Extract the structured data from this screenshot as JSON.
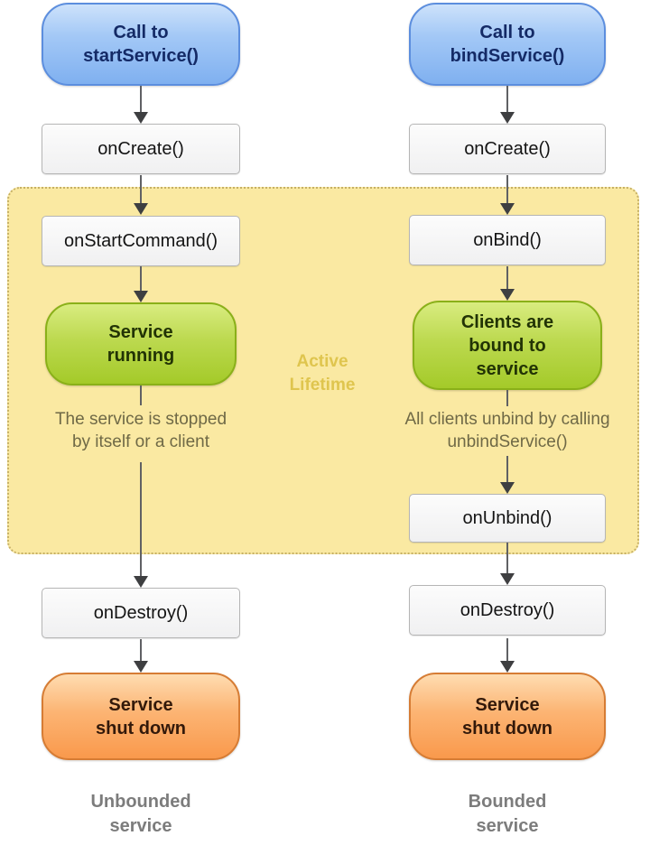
{
  "active_region": {
    "label": "Active\nLifetime"
  },
  "left_column": {
    "call_node": "Call to\nstartService()",
    "oncreate": "onCreate()",
    "onstartcommand": "onStartCommand()",
    "running_state": "Service\nrunning",
    "caption": "The service is stopped\nby itself or a client",
    "ondestroy": "onDestroy()",
    "shutdown_state": "Service\nshut down",
    "label": "Unbounded\nservice"
  },
  "right_column": {
    "call_node": "Call to\nbindService()",
    "oncreate": "onCreate()",
    "onbind": "onBind()",
    "bound_state": "Clients are\nbound to\nservice",
    "caption": "All clients unbind by calling\nunbindService()",
    "onunbind": "onUnbind()",
    "ondestroy": "onDestroy()",
    "shutdown_state": "Service\nshut down",
    "label": "Bounded\nservice"
  },
  "colors": {
    "call_box_fill": "#9cc4f5",
    "call_box_border": "#5c8ede",
    "call_text": "#142a66",
    "method_box_fill": "#f5f5f5",
    "method_box_border": "#b5b5b5",
    "green_state_fill": "#a4ca29",
    "green_state_border": "#8ab019",
    "orange_state_fill": "#f9994c",
    "orange_state_border": "#d67c34",
    "active_region_fill": "#fae9a2",
    "active_region_border": "#c6b065",
    "active_label_text": "#dfc54e",
    "caption_text": "#6f6946",
    "column_label_text": "#7c7c7c",
    "arrow_color": "#3e3f41"
  }
}
